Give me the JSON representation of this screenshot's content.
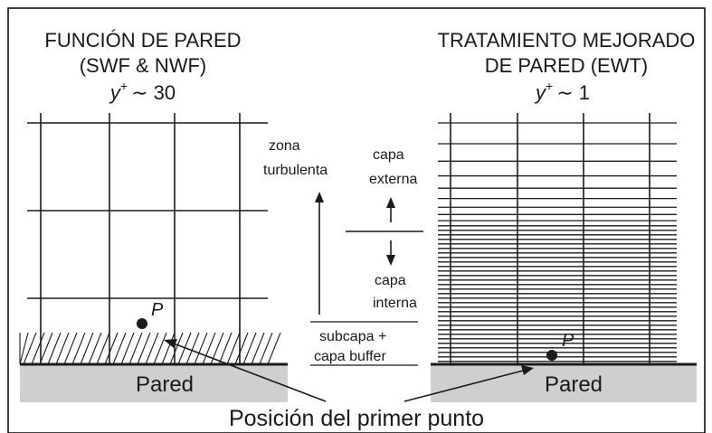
{
  "left_panel": {
    "title_line1": "FUNCIÓN DE PARED",
    "title_line2": "(SWF & NWF)",
    "yplus_symbol": "y",
    "yplus_sup": "+",
    "yplus_relation": "∼ 30",
    "wall_label": "Pared",
    "point_label": "P"
  },
  "right_panel": {
    "title_line1": "TRATAMIENTO MEJORADO",
    "title_line2": "DE PARED (EWT)",
    "yplus_symbol": "y",
    "yplus_sup": "+",
    "yplus_relation": "∼ 1",
    "wall_label": "Pared",
    "point_label": "P"
  },
  "middle": {
    "zona_line1": "zona",
    "zona_line2": "turbulenta",
    "externa_line1": "capa",
    "externa_line2": "externa",
    "interna_line1": "capa",
    "interna_line2": "interna",
    "subcapa_line1": "subcapa +",
    "subcapa_line2": "capa buffer"
  },
  "caption": "Posición del primer punto",
  "colors": {
    "ink": "#1a1a1a",
    "wall_fill": "#cfcfcf",
    "frame": "#000000"
  }
}
